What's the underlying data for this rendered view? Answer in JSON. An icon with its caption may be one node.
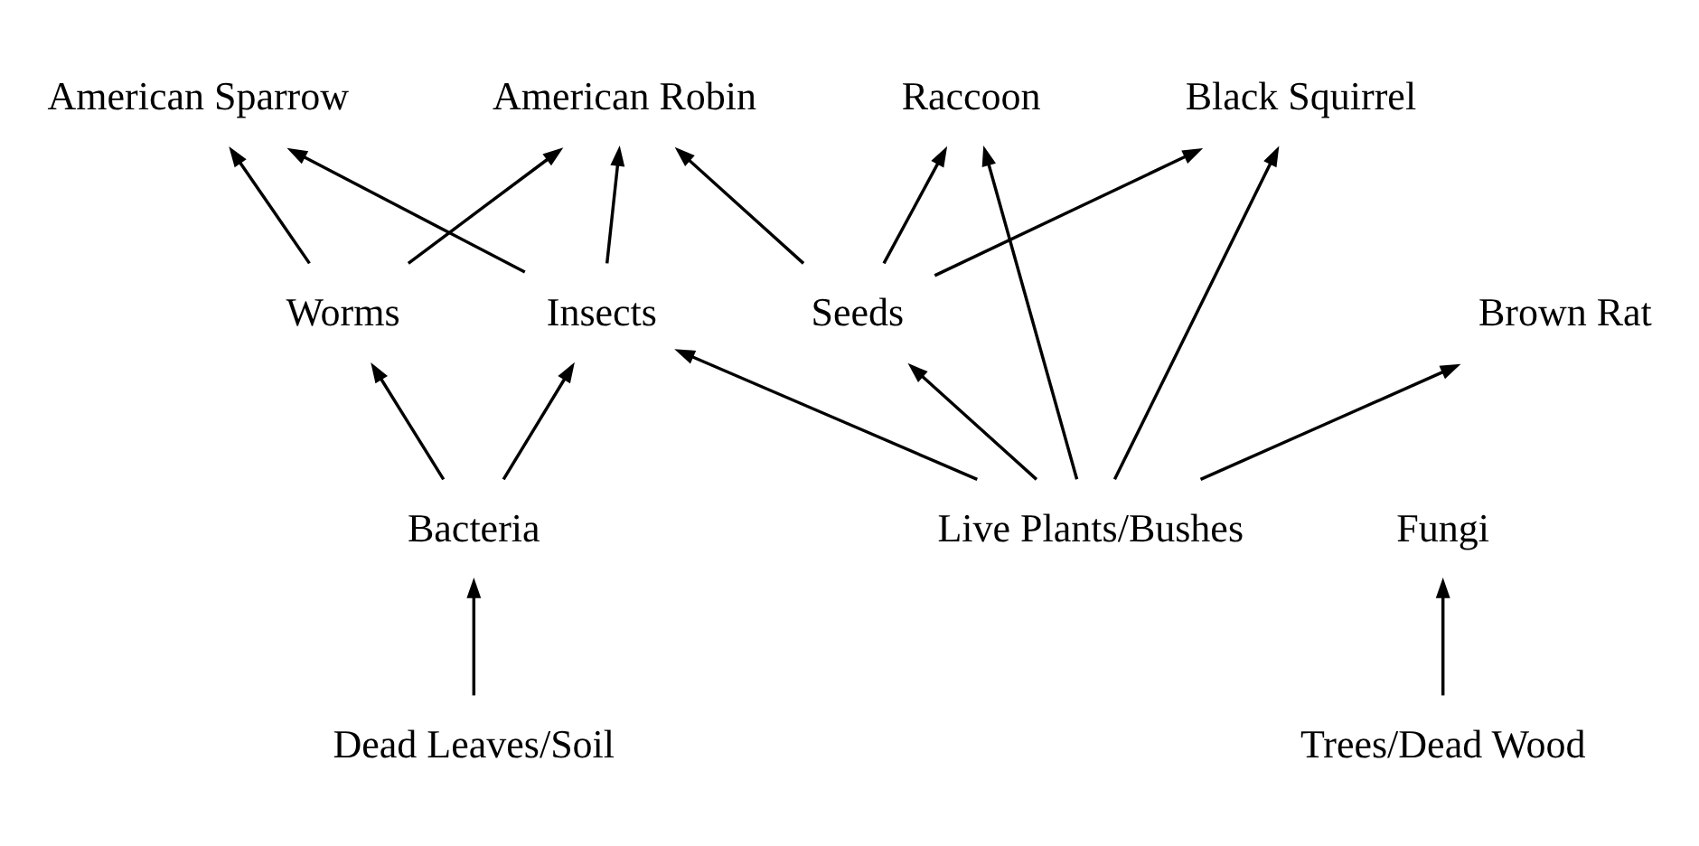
{
  "diagram": {
    "nodes": [
      {
        "text": [
          "American Robin"
        ]
      },
      {
        "text": [
          "American Sparrow"
        ]
      },
      {
        "text": [
          "Brown Rat"
        ]
      },
      {
        "text": [
          "Insects"
        ]
      },
      {
        "text": [
          "Worms"
        ]
      },
      {
        "text": [
          "Raccoon"
        ]
      },
      {
        "text": [
          "Black Squirrel"
        ]
      },
      {
        "text": [
          "Fungi"
        ]
      },
      {
        "text": [
          "Bacteria"
        ]
      },
      {
        "text": [
          "Seeds"
        ]
      },
      {
        "text": [
          "Live Plants/Bushes"
        ]
      },
      {
        "text": [
          "Dead Leaves/Soil"
        ]
      },
      {
        "text": [
          "Trees/Dead Wood"
        ]
      }
    ],
    "edges": [
      {
        "from": 10,
        "to": 6,
        "arrow": "to"
      },
      {
        "from": 10,
        "to": 2,
        "arrow": "to"
      },
      {
        "from": 10,
        "to": 5,
        "arrow": "to"
      },
      {
        "from": 10,
        "to": 3,
        "arrow": "to"
      },
      {
        "from": 10,
        "to": 9,
        "arrow": "to"
      },
      {
        "from": 9,
        "to": 6,
        "arrow": "to"
      },
      {
        "from": 9,
        "to": 5,
        "arrow": "to"
      },
      {
        "from": 9,
        "to": 0,
        "arrow": "to"
      },
      {
        "from": 3,
        "to": 0,
        "arrow": "to"
      },
      {
        "from": 3,
        "to": 1,
        "arrow": "to"
      },
      {
        "from": 4,
        "to": 0,
        "arrow": "to"
      },
      {
        "from": 4,
        "to": 1,
        "arrow": "to"
      },
      {
        "from": 8,
        "to": 3,
        "arrow": "to"
      },
      {
        "from": 8,
        "to": 4,
        "arrow": "to"
      },
      {
        "from": 11,
        "to": 8,
        "arrow": "to"
      },
      {
        "from": 12,
        "to": 7,
        "arrow": "to"
      }
    ]
  }
}
